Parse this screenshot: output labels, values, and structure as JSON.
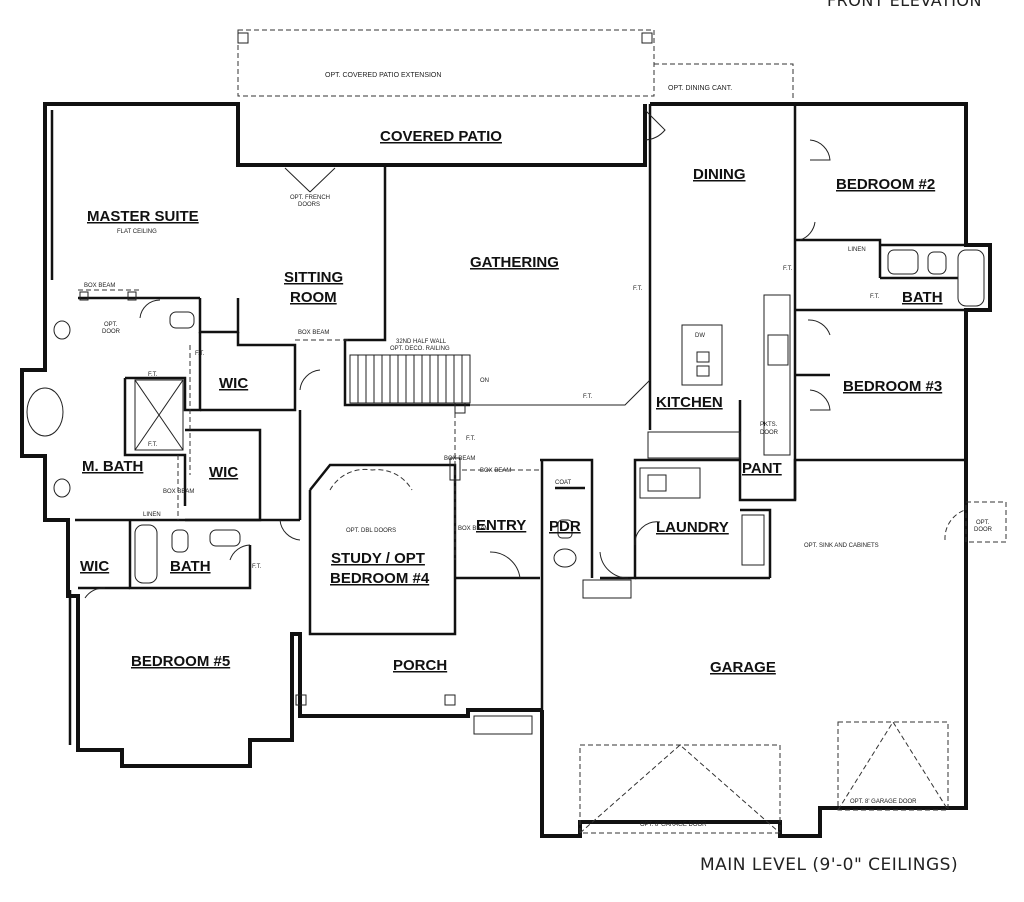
{
  "header": {
    "caption": "FRONT ELEVATION"
  },
  "footer": {
    "caption": "MAIN LEVEL (9'-0\" CEILINGS)"
  },
  "rooms": {
    "master_suite": "MASTER SUITE",
    "master_suite_note": "FLAT CEILING",
    "covered_patio": "COVERED PATIO",
    "dining": "DINING",
    "bedroom2": "BEDROOM #2",
    "gathering": "GATHERING",
    "sitting1": "SITTING",
    "sitting2": "ROOM",
    "bath_right": "BATH",
    "bedroom3": "BEDROOM #3",
    "kitchen": "KITCHEN",
    "wic1": "WIC",
    "wic2": "WIC",
    "wic3": "WIC",
    "m_bath": "M. BATH",
    "pant": "PANT",
    "entry": "ENTRY",
    "pdr": "PDR",
    "laundry": "LAUNDRY",
    "study1": "STUDY / OPT",
    "study2": "BEDROOM #4",
    "bath_left": "BATH",
    "bedroom5": "BEDROOM #5",
    "porch": "PORCH",
    "garage": "GARAGE"
  },
  "notes": {
    "opt_covered_patio_ext": "OPT. COVERED PATIO EXTENSION",
    "opt_dining_cant": "OPT. DINING CANT.",
    "opt_french_doors_1": "OPT. FRENCH",
    "opt_french_doors_2": "DOORS",
    "box_beam_1": "BOX BEAM",
    "box_beam_2": "BOX BEAM",
    "box_beam_3": "BOX BEAM",
    "box_beam_4": "BOX BEAM",
    "box_beam_5": "BOX BEAM",
    "box_beam_6": "BOX BEAM",
    "opt_door_1": "OPT.",
    "opt_door_2": "DOOR",
    "half_wall_1": "32ND HALF WALL",
    "half_wall_2": "OPT. DECO. RAILING",
    "on": "ON",
    "ft_1": "F.T.",
    "ft_2": "F.T.",
    "ft_3": "F.T.",
    "ft_4": "F.T.",
    "ft_5": "F.T.",
    "ft_6": "F.T.",
    "ft_7": "F.T.",
    "ft_8": "F.T.",
    "ft_9": "F.T.",
    "linen_1": "LINEN",
    "linen_2": "LINEN",
    "dw": "DW",
    "coat": "COAT",
    "opt_dbl_doors": "OPT. DBL DOORS",
    "opt_sink_cabinets": "OPT. SINK AND CABINETS",
    "opt_garage_door_1": "OPT. 8' GARAGE DOOR",
    "opt_garage_door_2": "OPT. 8' GARAGE DOOR",
    "opt_door_right_1": "OPT.",
    "opt_door_right_2": "DOOR",
    "pkts_door_1": "PKTS.",
    "pkts_door_2": "DOOR"
  }
}
